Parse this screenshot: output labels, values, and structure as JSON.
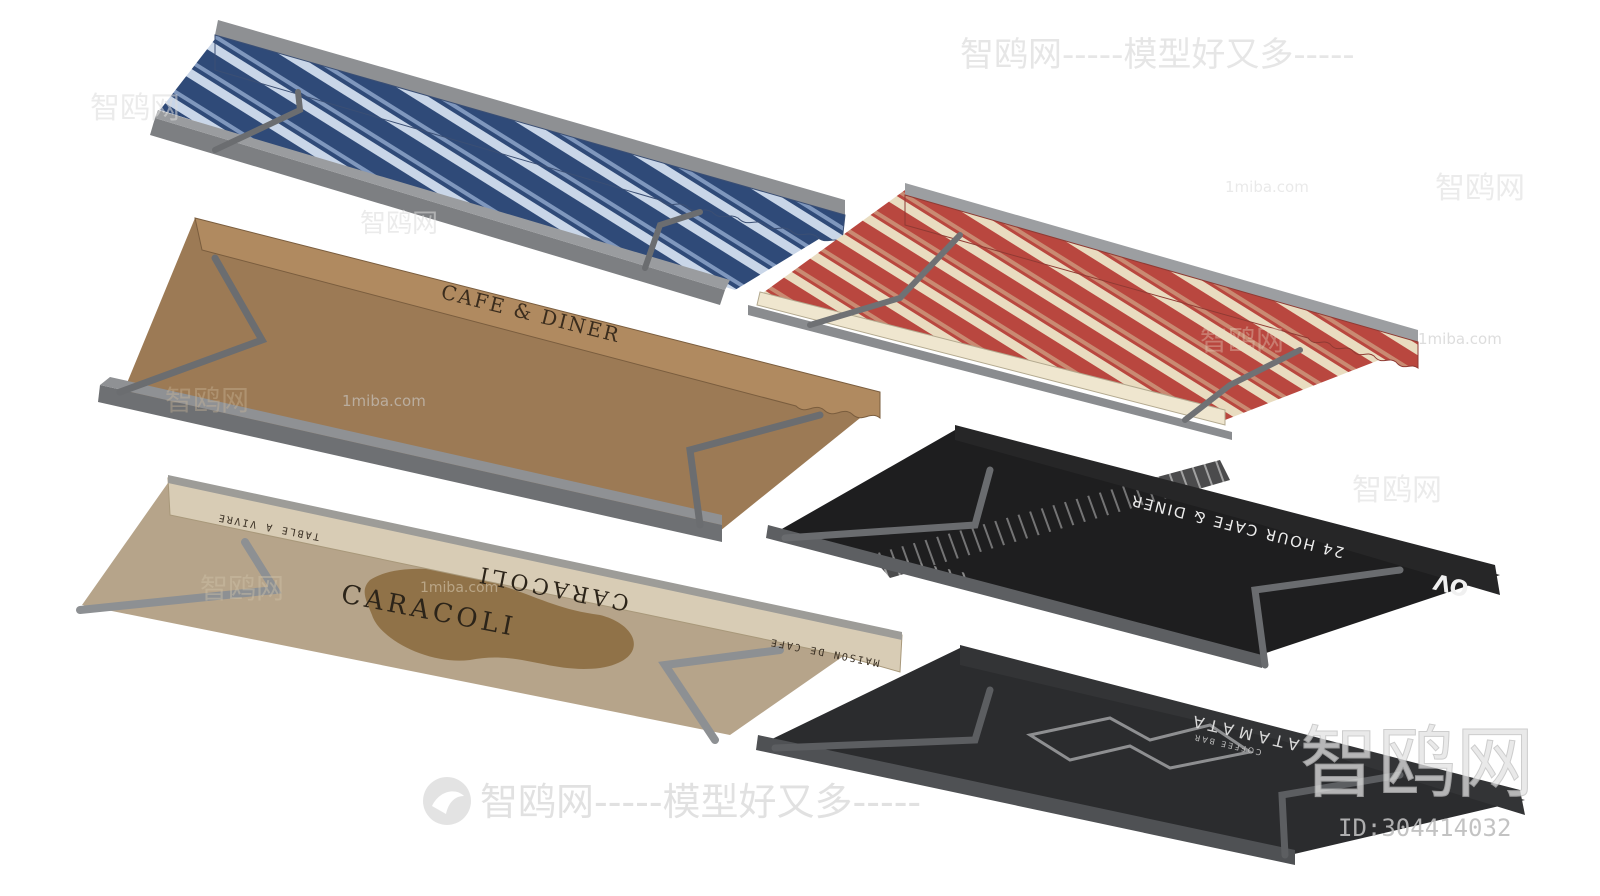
{
  "awnings": {
    "blue": {
      "name": "blue-striped-awning",
      "colors": {
        "stripe_a": "#2f4a78",
        "stripe_b": "#c9d6e8",
        "frame": "#7d7f82"
      }
    },
    "red": {
      "name": "red-striped-awning",
      "colors": {
        "stripe_a": "#b9473f",
        "stripe_b": "#e9dcc0",
        "frame": "#8a8c8f"
      }
    },
    "brown": {
      "name": "cafe-diner-awning",
      "text": "CAFE & DINER",
      "colors": {
        "fabric": "#9c7a55",
        "frame": "#6e7073"
      }
    },
    "black": {
      "name": "24-hour-cafe-awning",
      "text": "24 HOUR CAFE & DINER",
      "logo_text": "OV",
      "colors": {
        "fabric": "#1e1e1f",
        "frame": "#5d5f62"
      }
    },
    "beige": {
      "name": "caracoli-awning",
      "brand": "CARACOLI",
      "brand_mirror": "CARACOLI",
      "tagline": "TABLE A VIVRE",
      "subline": "MAISON DE CAFE",
      "colors": {
        "fabric": "#b6a48a",
        "valance": "#d8ccb5",
        "blob": "#8a6a3c",
        "frame": "#8d9093"
      }
    },
    "dark": {
      "name": "atamata-awning",
      "brand": "ATAMATA",
      "subline": "COFFEE BAR",
      "colors": {
        "fabric": "#2b2c2e",
        "frame": "#4f5154"
      }
    }
  },
  "watermarks": {
    "brand": "智鸥网",
    "slogan": "智鸥网-----模型好又多-----",
    "domain": "1miba.com",
    "id_label": "ID:304414032"
  }
}
